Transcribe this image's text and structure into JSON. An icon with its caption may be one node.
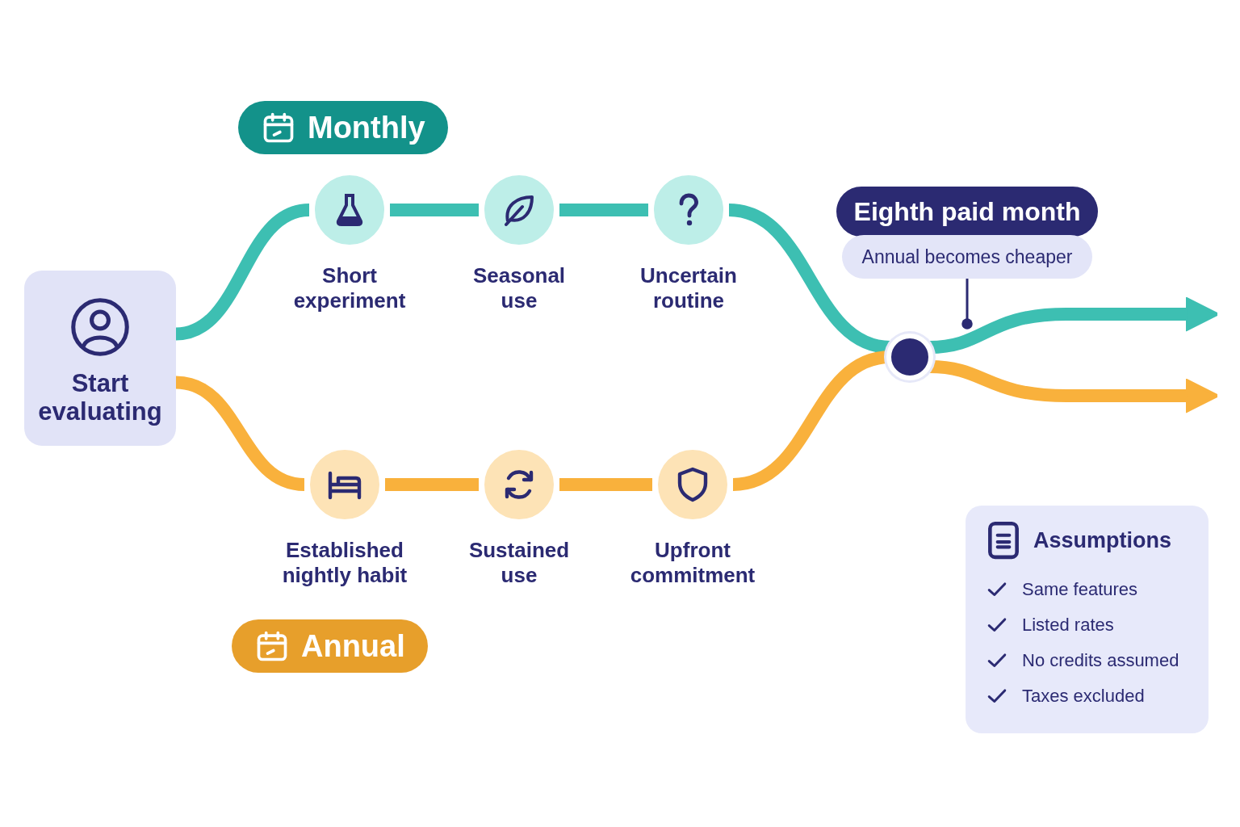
{
  "diagram": {
    "nodes": [
      {
        "text": [
          "Start evaluating"
        ]
      },
      {
        "text": [
          "Monthly"
        ]
      },
      {
        "text": [
          "Short experiment"
        ]
      },
      {
        "text": [
          "Seasonal use"
        ]
      },
      {
        "text": [
          "Uncertain routine"
        ]
      },
      {
        "text": [
          "Annual"
        ]
      },
      {
        "text": [
          "Established nightly habit"
        ]
      },
      {
        "text": [
          "Sustained use"
        ]
      },
      {
        "text": [
          "Upfront commitment"
        ]
      },
      {
        "text": [],
        "shape": "circle"
      },
      {
        "text": [
          "Eighth paid month",
          "Annual becomes cheaper"
        ]
      },
      {
        "text": [
          "Assumptions",
          "Same features",
          "Listed rates",
          "No credits assumed",
          "Taxes excluded"
        ]
      }
    ],
    "edges": [
      {
        "from": 0,
        "to": 2,
        "arrow": "none",
        "color": "#3dbfb2"
      },
      {
        "from": 2,
        "to": 3,
        "arrow": "none",
        "color": "#3dbfb2"
      },
      {
        "from": 3,
        "to": 4,
        "arrow": "none",
        "color": "#3dbfb2"
      },
      {
        "from": 4,
        "to": 9,
        "arrow": "none",
        "color": "#3dbfb2"
      },
      {
        "from": 0,
        "to": 6,
        "arrow": "none",
        "color": "#f9b13c"
      },
      {
        "from": 6,
        "to": 7,
        "arrow": "none",
        "color": "#f9b13c"
      },
      {
        "from": 7,
        "to": 8,
        "arrow": "none",
        "color": "#f9b13c"
      },
      {
        "from": 8,
        "to": 9,
        "arrow": "none",
        "color": "#f9b13c"
      },
      {
        "from": 9,
        "to": null,
        "arrow": "to",
        "color": "#3dbfb2"
      },
      {
        "from": 9,
        "to": null,
        "arrow": "to",
        "color": "#f9b13c"
      },
      {
        "from": 10,
        "to": 9,
        "arrow": "other",
        "color": "#2b2a72"
      }
    ]
  }
}
